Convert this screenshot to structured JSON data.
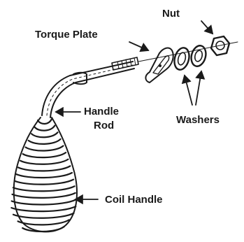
{
  "labels": {
    "nut": "Nut",
    "torque_plate": "Torque Plate",
    "washers": "Washers",
    "handle_rod_line1": "Handle",
    "handle_rod_line2": "Rod",
    "coil_handle": "Coil Handle"
  }
}
